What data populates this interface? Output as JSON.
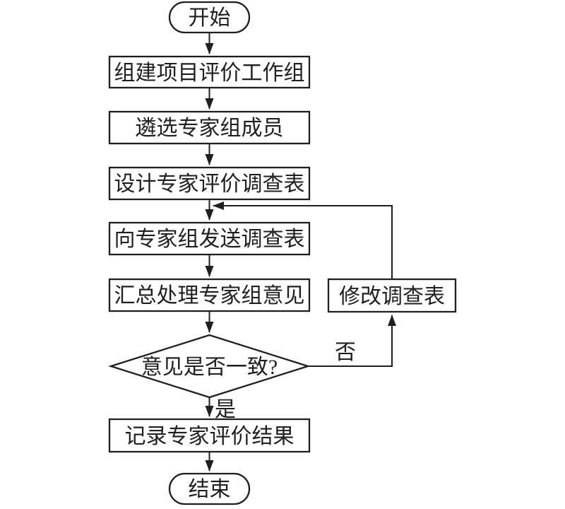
{
  "diagram": {
    "nodes": {
      "start": {
        "label": "开始",
        "shape": "terminator"
      },
      "step1": {
        "label": "组建项目评价工作组",
        "shape": "process"
      },
      "step2": {
        "label": "遴选专家组成员",
        "shape": "process"
      },
      "step3": {
        "label": "设计专家评价调查表",
        "shape": "process"
      },
      "step4": {
        "label": "向专家组发送调查表",
        "shape": "process"
      },
      "step5": {
        "label": "汇总处理专家组意见",
        "shape": "process"
      },
      "decision": {
        "label": "意见是否一致?",
        "shape": "decision"
      },
      "step6": {
        "label": "记录专家评价结果",
        "shape": "process"
      },
      "end": {
        "label": "结束",
        "shape": "terminator"
      },
      "revise": {
        "label": "修改调查表",
        "shape": "process"
      }
    },
    "edge_labels": {
      "yes": "是",
      "no": "否"
    },
    "colors": {
      "ink": "#1f1f1f",
      "paper": "#ffffff"
    }
  }
}
